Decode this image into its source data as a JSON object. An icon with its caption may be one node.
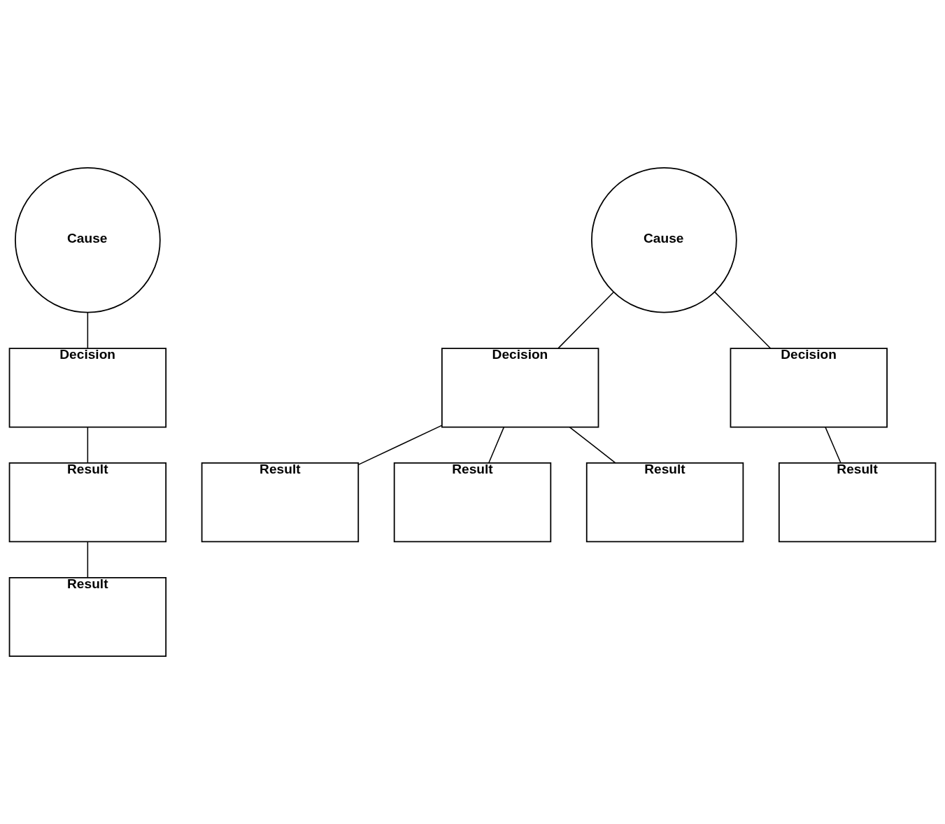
{
  "diagram": {
    "nodes": [
      {
        "text": [
          "Cause"
        ]
      },
      {
        "text": [
          "Decision"
        ]
      },
      {
        "text": [
          "Result"
        ]
      },
      {
        "text": [
          "Result"
        ]
      },
      {
        "text": [
          "Cause"
        ]
      },
      {
        "text": [
          "Decision"
        ]
      },
      {
        "text": [
          "Decision"
        ]
      },
      {
        "text": [
          "Result"
        ]
      },
      {
        "text": [
          "Result"
        ]
      },
      {
        "text": [
          "Result"
        ]
      },
      {
        "text": [
          "Result"
        ]
      }
    ],
    "edges": [
      {
        "from": 0,
        "to": 1,
        "arrow": "none"
      },
      {
        "from": 1,
        "to": 2,
        "arrow": "none"
      },
      {
        "from": 2,
        "to": 3,
        "arrow": "none"
      },
      {
        "from": 4,
        "to": 5,
        "arrow": "none"
      },
      {
        "from": 4,
        "to": 6,
        "arrow": "none"
      },
      {
        "from": 5,
        "to": 7,
        "arrow": "none"
      },
      {
        "from": 5,
        "to": 8,
        "arrow": "none"
      },
      {
        "from": 6,
        "to": 9,
        "arrow": "none"
      },
      {
        "from": 5,
        "to": 10,
        "arrow": "none"
      }
    ]
  }
}
